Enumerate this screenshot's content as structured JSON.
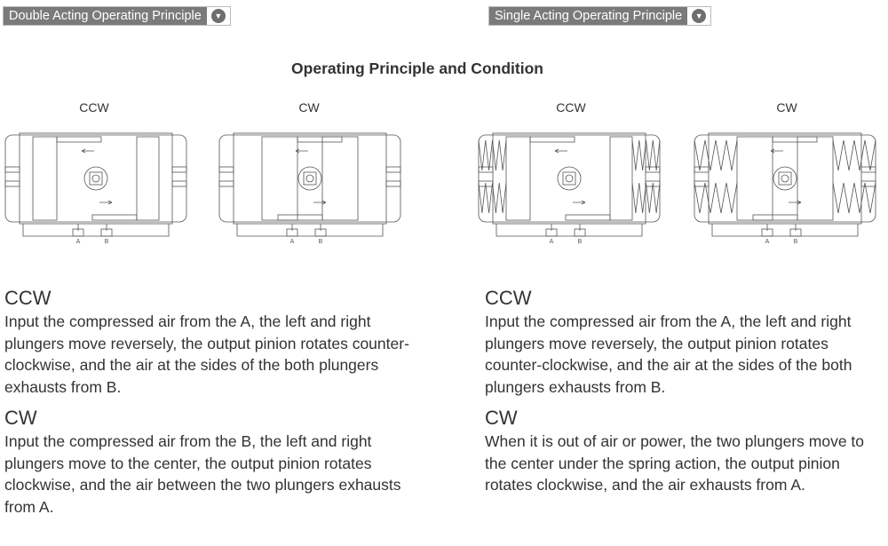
{
  "tabs": [
    {
      "label": "Double Acting Operating Principle",
      "icon": "chevron-down-circle-icon"
    },
    {
      "label": "Single Acting Operating Principle",
      "icon": "chevron-down-circle-icon"
    }
  ],
  "title": "Operating Principle and Condition",
  "diagrams": [
    {
      "label": "CCW",
      "ports": [
        "A",
        "B"
      ],
      "spring": false
    },
    {
      "label": "CW",
      "ports": [
        "A",
        "B"
      ],
      "spring": false
    },
    {
      "label": "CCW",
      "ports": [
        "A",
        "B"
      ],
      "spring": true
    },
    {
      "label": "CW",
      "ports": [
        "A",
        "B"
      ],
      "spring": true
    }
  ],
  "double": {
    "ccw_title": "CCW",
    "ccw_text": "Input the compressed air from the A, the left and right plungers move reversely, the output pinion rotates counter-clockwise, and the air at the sides of the both plungers exhausts from B.",
    "cw_title": "CW",
    "cw_text": "Input the compressed air from the B, the left and right plungers move to the center, the output pinion rotates clockwise, and the air between the two plungers exhausts from A."
  },
  "single": {
    "ccw_title": "CCW",
    "ccw_text": "Input the compressed air from the A, the left and right plungers move reversely, the output pinion rotates counter-clockwise, and the air at the sides of the both plungers exhausts from B.",
    "cw_title": "CW",
    "cw_text": "When it is out of air or power, the two plungers move to the center under the spring action, the output pinion rotates clockwise, and the air exhausts from A."
  }
}
